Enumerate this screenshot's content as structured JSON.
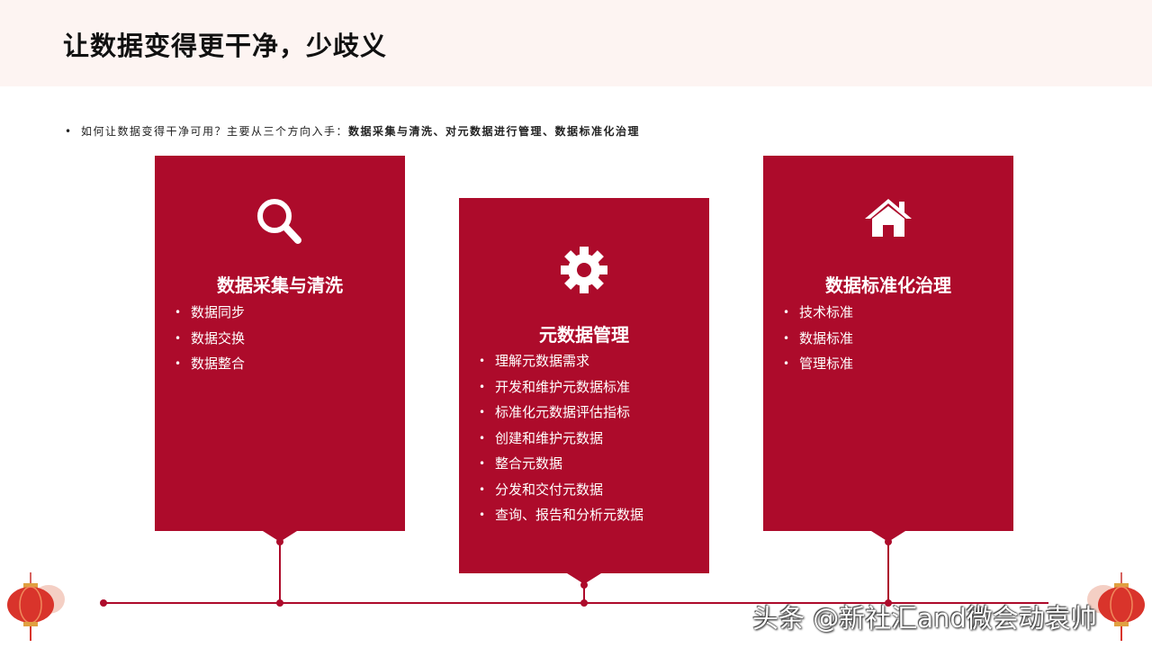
{
  "page_title": "让数据变得更干净，少歧义",
  "intro": {
    "bullet": "•",
    "prefix": "如何让数据变得干净可用？主要从三个方向入手：",
    "emphasis": "数据采集与清洗、对元数据进行管理、数据标准化治理"
  },
  "cards": [
    {
      "icon": "search-icon",
      "title": "数据采集与清洗",
      "items": [
        "数据同步",
        "数据交换",
        "数据整合"
      ]
    },
    {
      "icon": "gear-icon",
      "title": "元数据管理",
      "items": [
        "理解元数据需求",
        "开发和维护元数据标准",
        "标准化元数据评估指标",
        "创建和维护元数据",
        "整合元数据",
        "分发和交付元数据",
        "查询、报告和分析元数据"
      ]
    },
    {
      "icon": "home-icon",
      "title": "数据标准化治理",
      "items": [
        "技术标准",
        "数据标准",
        "管理标准"
      ]
    }
  ],
  "watermark": "头条 @新社汇and微会动袁帅",
  "colors": {
    "accent": "#ad0b2b",
    "header_bg": "#fdf4f2"
  }
}
